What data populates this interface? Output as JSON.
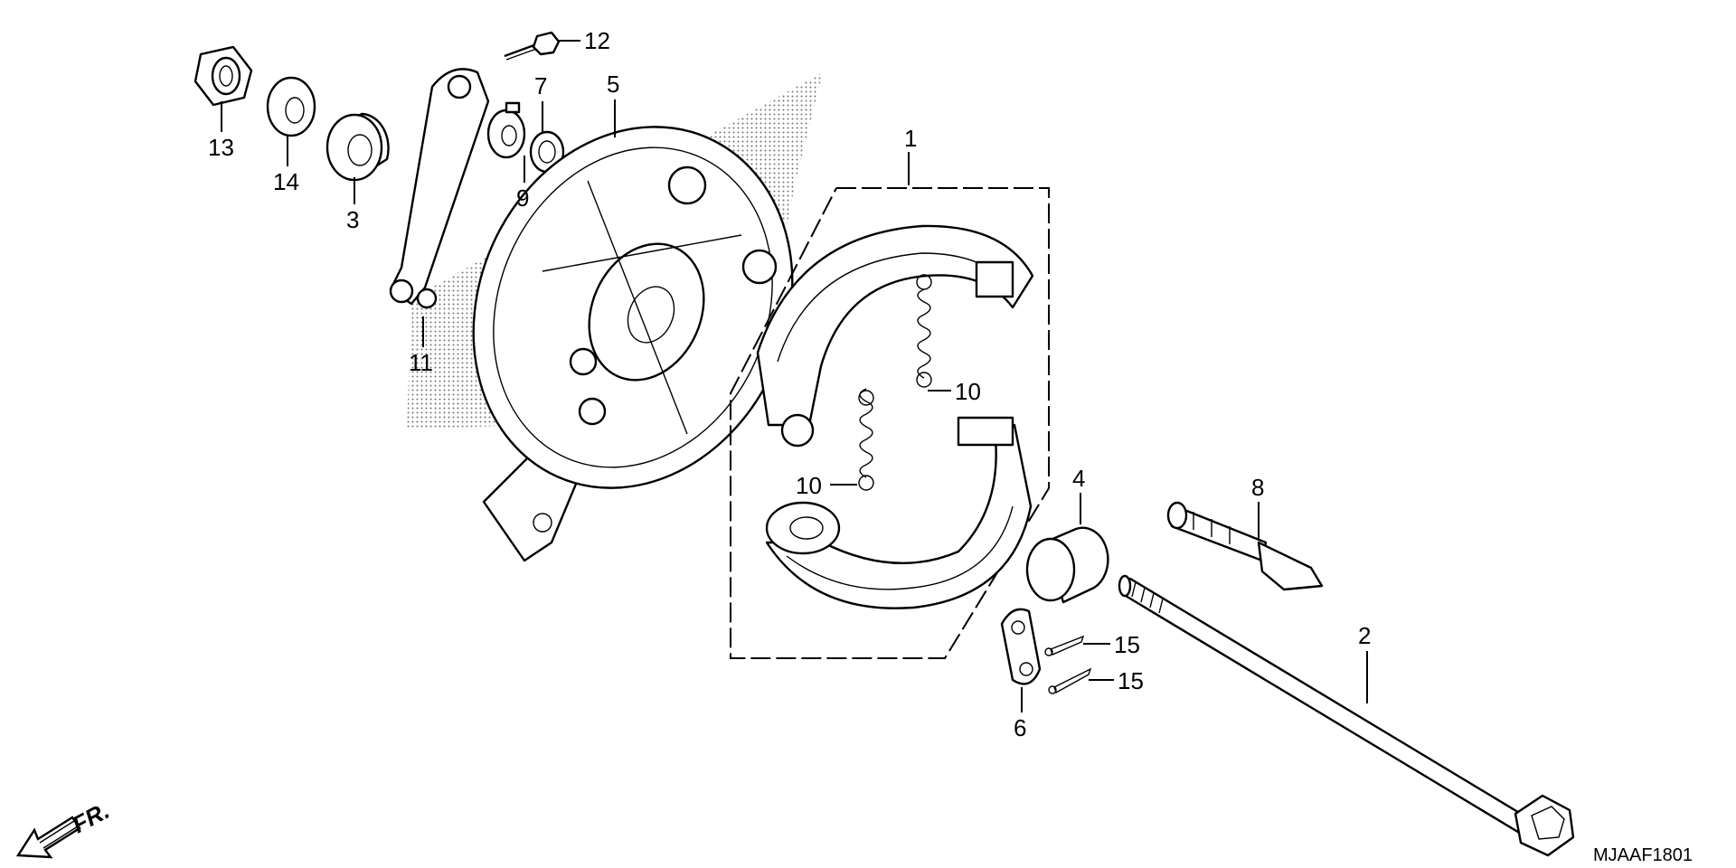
{
  "callouts": [
    {
      "id": "1",
      "label": "1"
    },
    {
      "id": "2",
      "label": "2"
    },
    {
      "id": "3",
      "label": "3"
    },
    {
      "id": "4",
      "label": "4"
    },
    {
      "id": "5",
      "label": "5"
    },
    {
      "id": "6",
      "label": "6"
    },
    {
      "id": "7",
      "label": "7"
    },
    {
      "id": "8",
      "label": "8"
    },
    {
      "id": "9",
      "label": "9"
    },
    {
      "id": "10a",
      "label": "10"
    },
    {
      "id": "10b",
      "label": "10"
    },
    {
      "id": "11",
      "label": "11"
    },
    {
      "id": "12",
      "label": "12"
    },
    {
      "id": "13",
      "label": "13"
    },
    {
      "id": "14",
      "label": "14"
    },
    {
      "id": "15a",
      "label": "15"
    },
    {
      "id": "15b",
      "label": "15"
    }
  ],
  "direction_marker": {
    "label": "FR.",
    "icon": "front-direction-arrow-icon"
  },
  "diagram_code": "MJAAF1801"
}
